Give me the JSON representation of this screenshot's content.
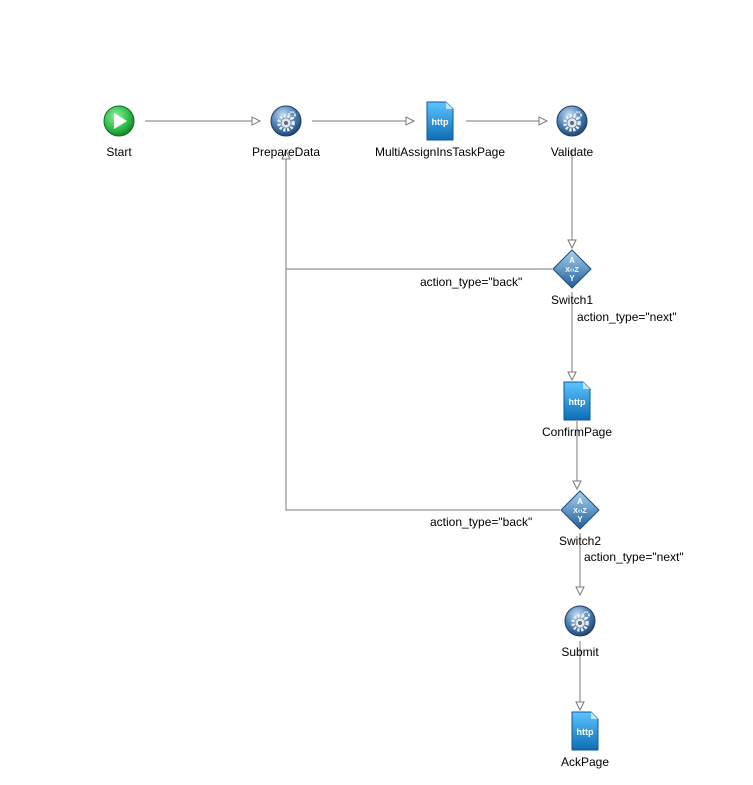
{
  "diagram": {
    "nodes": [
      {
        "id": "start",
        "label": "Start",
        "icon": "play-icon"
      },
      {
        "id": "prepare",
        "label": "PrepareData",
        "icon": "gear-icon"
      },
      {
        "id": "multi",
        "label": "MultiAssignInsTaskPage",
        "icon": "http-page-icon"
      },
      {
        "id": "validate",
        "label": "Validate",
        "icon": "gear-icon"
      },
      {
        "id": "switch1",
        "label": "Switch1",
        "icon": "switch-icon"
      },
      {
        "id": "confirm",
        "label": "ConfirmPage",
        "icon": "http-page-icon"
      },
      {
        "id": "switch2",
        "label": "Switch2",
        "icon": "switch-icon"
      },
      {
        "id": "submit",
        "label": "Submit",
        "icon": "gear-icon"
      },
      {
        "id": "ack",
        "label": "AckPage",
        "icon": "http-page-icon"
      }
    ],
    "edges": [
      {
        "from": "start",
        "to": "prepare",
        "label": ""
      },
      {
        "from": "prepare",
        "to": "multi",
        "label": ""
      },
      {
        "from": "multi",
        "to": "validate",
        "label": ""
      },
      {
        "from": "validate",
        "to": "switch1",
        "label": ""
      },
      {
        "from": "switch1",
        "to": "prepare",
        "label": "action_type=\"back\""
      },
      {
        "from": "switch1",
        "to": "confirm",
        "label": "action_type=\"next\""
      },
      {
        "from": "confirm",
        "to": "switch2",
        "label": ""
      },
      {
        "from": "switch2",
        "to": "prepare",
        "label": "action_type=\"back\""
      },
      {
        "from": "switch2",
        "to": "submit",
        "label": "action_type=\"next\""
      },
      {
        "from": "submit",
        "to": "ack",
        "label": ""
      }
    ],
    "icon_text": {
      "http": "http",
      "switch_top": "A",
      "switch_mid": "X‹›Z",
      "switch_bottom": "Y"
    },
    "colors": {
      "edge": "#7a7a7a",
      "play": "#2fbf4a",
      "gear_body": "#3a6ea5",
      "http_page": "#1a8fd8",
      "switch": "#2e6fb0"
    }
  }
}
